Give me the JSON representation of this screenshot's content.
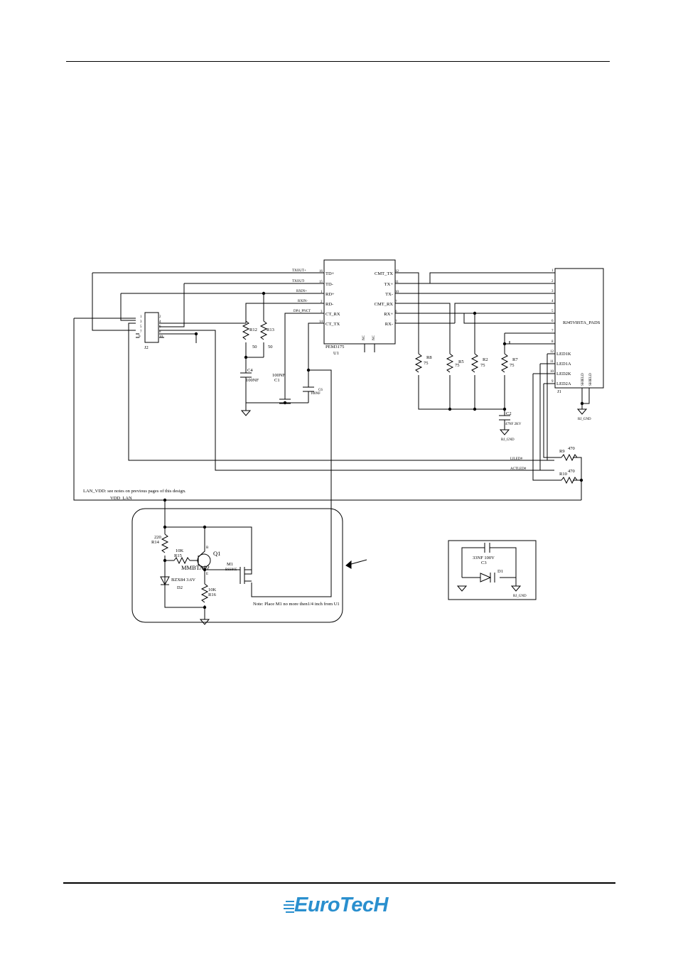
{
  "schematic": {
    "chips": {
      "u1": {
        "part": "PEM3175",
        "ref": "U1",
        "pins_left": [
          {
            "num": "16",
            "name": "TD+",
            "net": "TXOUT+"
          },
          {
            "num": "15",
            "name": "TD-",
            "net": "TXOUT-"
          },
          {
            "num": "1",
            "name": "RD+",
            "net": "RXIN+"
          },
          {
            "num": "2",
            "name": "RD-",
            "net": "RXIN-"
          },
          {
            "num": "3",
            "name": "CT_RX",
            "net": "DP4_PNCT"
          },
          {
            "num": "14",
            "name": "CT_TX",
            "net": ""
          }
        ],
        "pins_right": [
          {
            "num": "12",
            "name": "CMT_TX"
          },
          {
            "num": "11",
            "name": "TX+"
          },
          {
            "num": "10",
            "name": "TX-"
          },
          {
            "num": "7",
            "name": "CMT_RX"
          },
          {
            "num": "6",
            "name": "RX+"
          },
          {
            "num": "7",
            "name": "RX-"
          }
        ],
        "nc": [
          "NC",
          "NC"
        ]
      },
      "j1": {
        "part": "RJ45V8STA_PADS",
        "ref": "J1",
        "pins": [
          "1",
          "2",
          "3",
          "4",
          "5",
          "6",
          "7",
          "8"
        ],
        "led_pins": [
          {
            "num": "12",
            "name": "LED1K"
          },
          {
            "num": "11",
            "name": "LED1A"
          },
          {
            "num": "10",
            "name": "LED2K"
          },
          {
            "num": "9",
            "name": "LED2A"
          }
        ],
        "shield": [
          "SHIELD",
          "SHIELD"
        ],
        "gnd": "RJ_GND"
      },
      "j2": {
        "ref": "J2",
        "pins_left": [
          "1",
          "3",
          "5",
          "7",
          "9"
        ],
        "pins_right": [
          "2",
          "4",
          "6",
          "8",
          "10"
        ]
      }
    },
    "resistors": {
      "r12": {
        "ref": "R12",
        "value": "50"
      },
      "r13": {
        "ref": "R13",
        "value": "50"
      },
      "r8": {
        "ref": "R8",
        "value": "75"
      },
      "r5": {
        "ref": "R5",
        "value": "75"
      },
      "r2": {
        "ref": "R2",
        "value": "75"
      },
      "r7": {
        "ref": "R7",
        "value": "75"
      },
      "r9": {
        "ref": "R9",
        "value": "470"
      },
      "r10": {
        "ref": "R10",
        "value": "470"
      },
      "r14": {
        "ref": "R14",
        "value": "220"
      },
      "r15": {
        "ref": "R15",
        "value": "10K"
      },
      "r16": {
        "ref": "R16",
        "value": "10K"
      }
    },
    "capacitors": {
      "c4": {
        "ref": "C4",
        "value": "100NF"
      },
      "c1": {
        "ref": "C1",
        "value": "100NF"
      },
      "c6": {
        "ref": "C6",
        "value": "100NF"
      },
      "c2": {
        "ref": "C2",
        "value": "47NF 2KV"
      },
      "c3": {
        "ref": "C3",
        "value": "33NF 100V"
      }
    },
    "nets": {
      "lilink": "LILED#",
      "actled": "ACTLED#",
      "vdd_lan": "VDD_LAN",
      "rj_gnd": "RJ_GND",
      "note_lan": "LAN_VDD: see notes on previous pages of this design."
    },
    "power_block": {
      "q1": {
        "ref": "Q1",
        "part": "MMBTA92",
        "pins": [
          "B",
          "C",
          "E"
        ]
      },
      "m1": {
        "ref": "M1",
        "part": "BSS805"
      },
      "d2": {
        "ref": "D2",
        "part": "BZX84 3.6V"
      },
      "note": "Note: Place M1 no more then1/4 inch from U1"
    },
    "esd_block": {
      "d1": {
        "ref": "D1"
      },
      "gnd": "RJ_GND"
    }
  },
  "footer": {
    "logo": "EuroTecH"
  }
}
